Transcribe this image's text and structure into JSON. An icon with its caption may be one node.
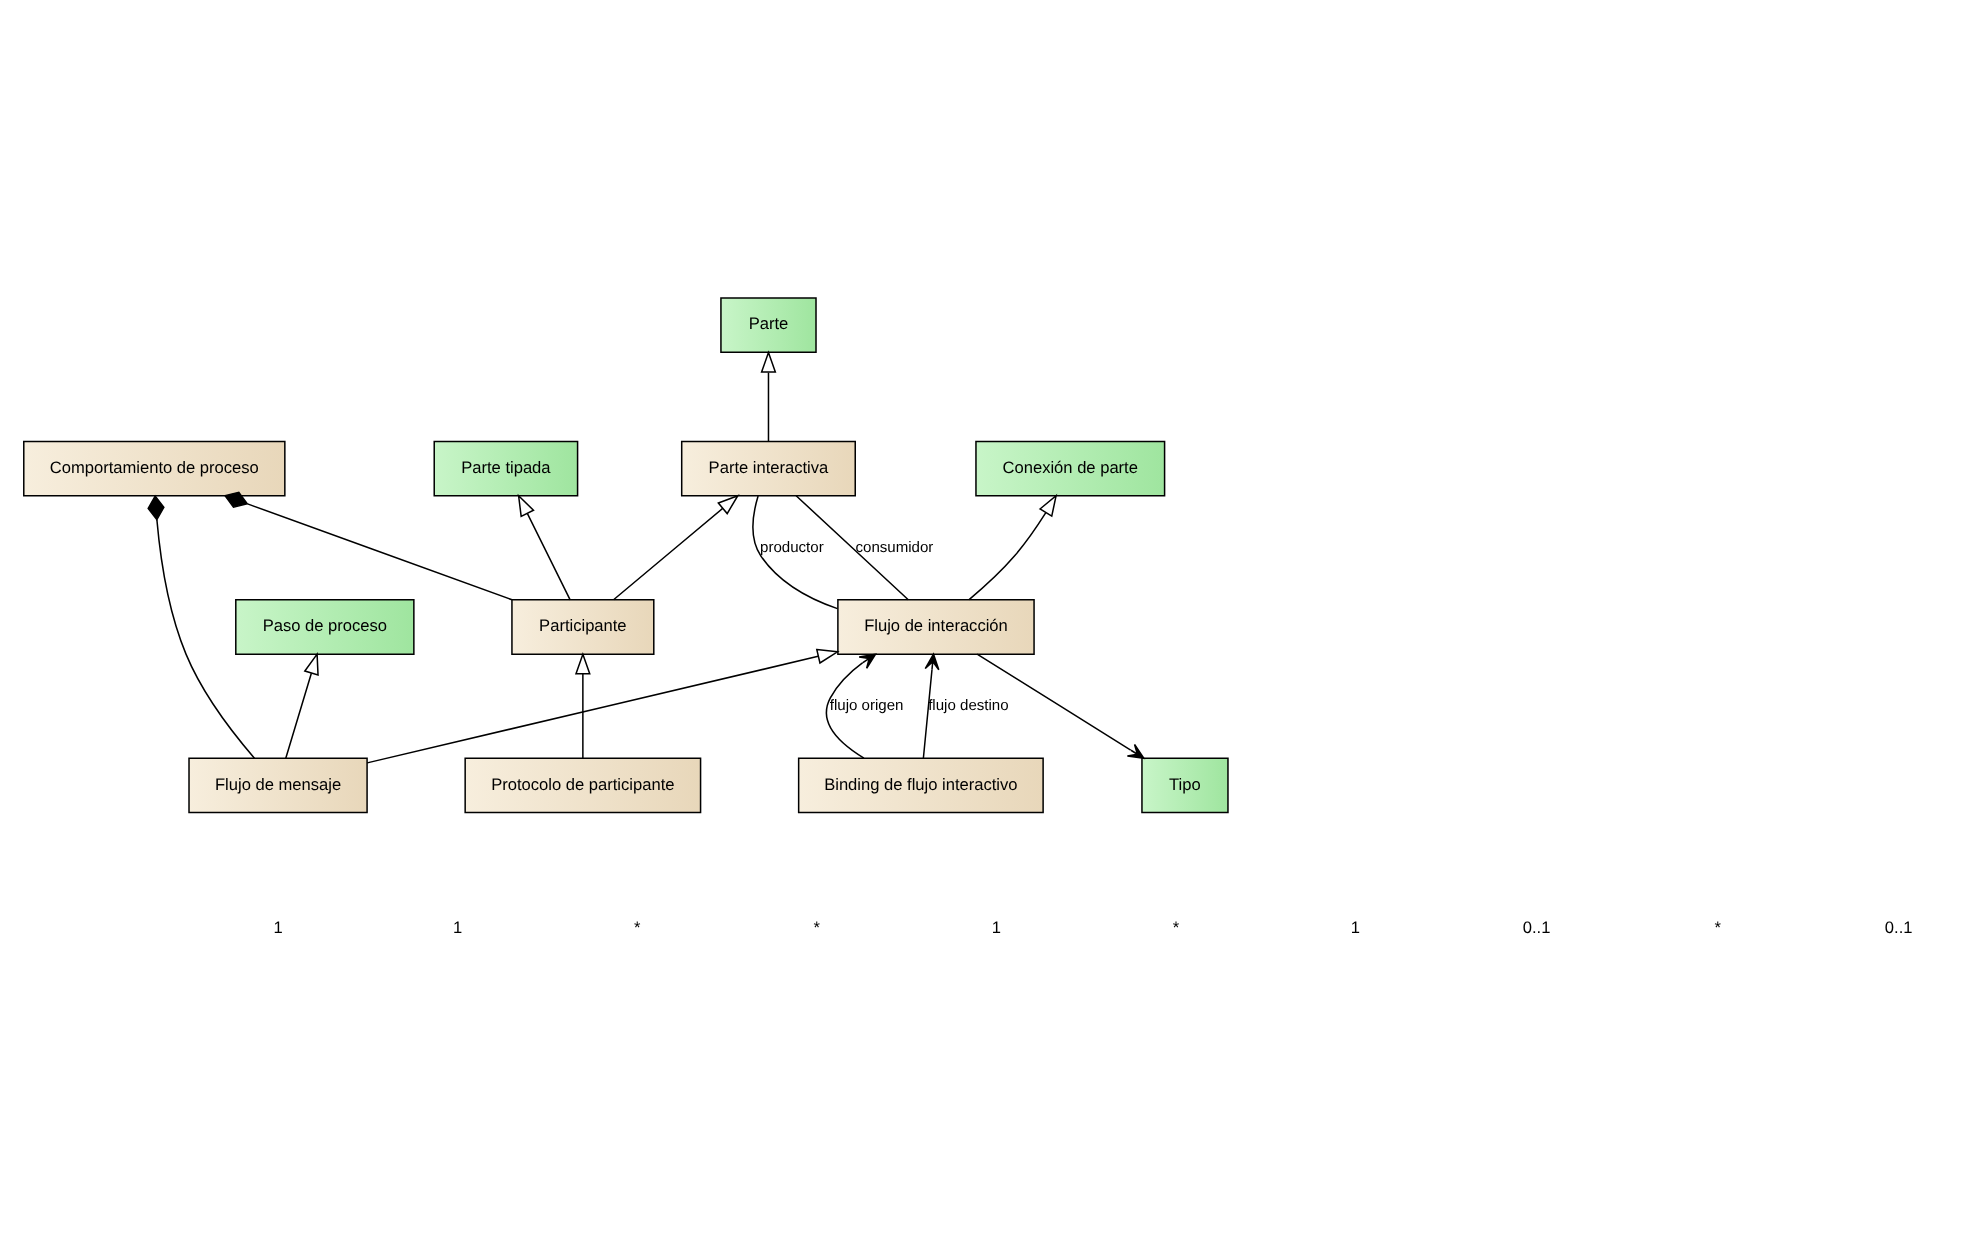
{
  "diagram": {
    "nodes": [
      {
        "text": [
          "Parte"
        ]
      },
      {
        "text": [
          "Comportamiento de proceso"
        ]
      },
      {
        "text": [
          "Parte interactiva"
        ]
      },
      {
        "text": [
          "Parte tipada"
        ]
      },
      {
        "text": [
          "Conexión de parte"
        ]
      },
      {
        "text": [
          "Participante"
        ]
      },
      {
        "text": [
          "Flujo de interacción"
        ]
      },
      {
        "text": [
          "Protocolo de participante"
        ]
      },
      {
        "text": [
          "Tipo"
        ]
      },
      {
        "text": [
          "Paso de proceso"
        ]
      },
      {
        "text": [
          "Binding de flujo interactivo"
        ]
      },
      {
        "text": [
          "Flujo de mensaje"
        ]
      }
    ],
    "edges": [
      {
        "from": 2,
        "to": 0,
        "arrow": "to"
      },
      {
        "from": 5,
        "to": 1,
        "arrow": "other"
      },
      {
        "from": 11,
        "to": 1,
        "arrow": "other"
      },
      {
        "from": 5,
        "to": 2,
        "arrow": "to"
      },
      {
        "from": 5,
        "to": 3,
        "arrow": "to"
      },
      {
        "from": 2,
        "to": 6,
        "arrow": "none",
        "label": "consumidor"
      },
      {
        "from": 2,
        "to": 6,
        "arrow": "none",
        "label": "productor"
      },
      {
        "from": 6,
        "to": 4,
        "arrow": "to"
      },
      {
        "from": 7,
        "to": 5,
        "arrow": "to"
      },
      {
        "from": 6,
        "to": 8,
        "arrow": "to"
      },
      {
        "from": 10,
        "to": 6,
        "arrow": "to",
        "label": "flujo destino"
      },
      {
        "from": 10,
        "to": 6,
        "arrow": "to",
        "label": "flujo origen"
      },
      {
        "from": 11,
        "to": 6,
        "arrow": "to"
      },
      {
        "from": 11,
        "to": 9,
        "arrow": "to"
      }
    ],
    "labels": [
      "1",
      "1",
      "*",
      "*",
      "1",
      "*",
      "1",
      "0..1",
      "*",
      "0..1"
    ]
  }
}
